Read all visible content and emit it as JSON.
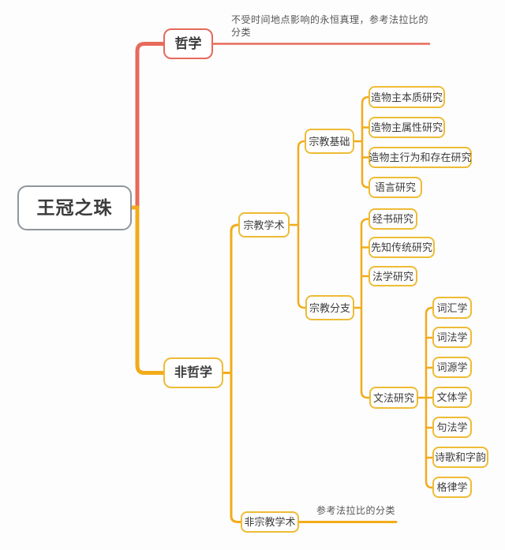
{
  "colors": {
    "branch_red": "#e76a5a",
    "branch_yellow": "#f2ab1a",
    "node_border_red": "#e5695c",
    "node_border_yellow": "#eebb35",
    "root_border": "#8f969c",
    "text": "#3c3c3c",
    "note_text": "#555555"
  },
  "mindmap": {
    "root": {
      "label": "王冠之珠"
    },
    "philosophy": {
      "label": "哲学",
      "note": "不受时间地点影响的永恒真理，参考法拉比的分类"
    },
    "non_philosophy": {
      "label": "非哲学"
    },
    "religious": {
      "label": "宗教学术"
    },
    "foundations": {
      "label": "宗教基础",
      "children": [
        {
          "label": "造物主本质研究"
        },
        {
          "label": "造物主属性研究"
        },
        {
          "label": "造物主行为和存在研究"
        },
        {
          "label": "语言研究"
        }
      ]
    },
    "branches": {
      "label": "宗教分支",
      "children": [
        {
          "label": "经书研究"
        },
        {
          "label": "先知传统研究"
        },
        {
          "label": "法学研究"
        }
      ]
    },
    "grammar": {
      "label": "文法研究",
      "children": [
        {
          "label": "词汇学"
        },
        {
          "label": "词法学"
        },
        {
          "label": "词源学"
        },
        {
          "label": "文体学"
        },
        {
          "label": "句法学"
        },
        {
          "label": "诗歌和字韵"
        },
        {
          "label": "格律学"
        }
      ]
    },
    "non_religious": {
      "label": "非宗教学术",
      "note": "参考法拉比的分类"
    }
  }
}
